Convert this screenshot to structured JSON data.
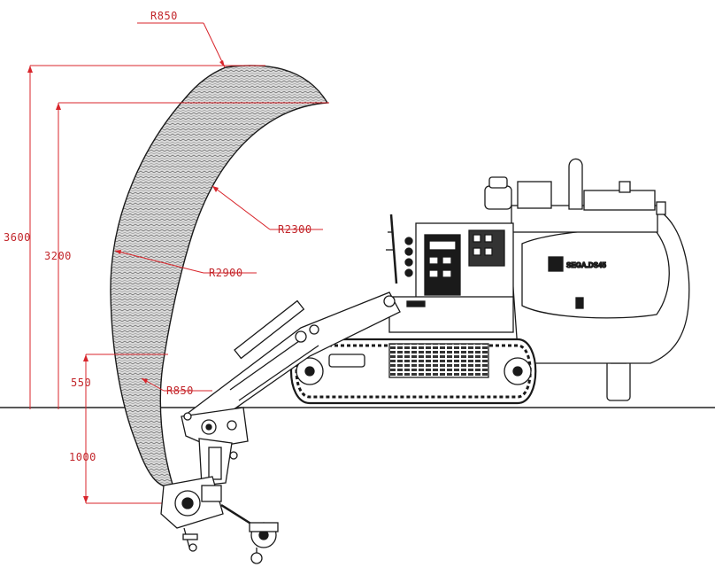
{
  "dimensions": {
    "radius_top": "R850",
    "radius_outer": "R2300",
    "radius_inner": "R2900",
    "radius_bottom": "R850",
    "height_total": "3600",
    "height_reach": "3200",
    "height_low": "550",
    "depth_below": "1000"
  },
  "machine": {
    "brand_label": "SEGA.DS45"
  },
  "colors": {
    "dimension_line": "#d8252b",
    "dimension_text": "#c2262b",
    "drawing": "#1a1a1a"
  }
}
